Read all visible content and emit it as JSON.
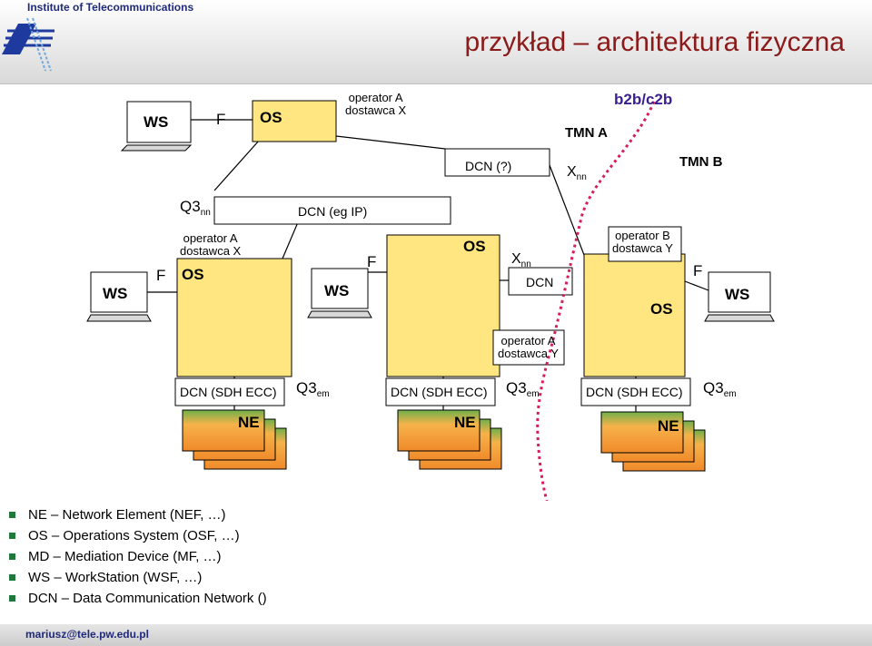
{
  "header": {
    "institute": "Institute of Telecommunications",
    "title": "przykład – architektura fizyczna"
  },
  "footer": {
    "email": "mariusz@tele.pw.edu.pl"
  },
  "diagram": {
    "ws": "WS",
    "f": "F",
    "os": "OS",
    "ne": "NE",
    "op_a_dost_x_1": "operator A",
    "op_a_dost_x_2": "dostawca X",
    "op_a_dost_y_1": "operator A",
    "op_a_dost_y_2": "dostawca Y",
    "op_b_dost_y_1": "operator B",
    "op_b_dost_y_2": "dostawca Y",
    "dcn_q": "DCN (?)",
    "dcn_ip": "DCN (eg IP)",
    "dcn": "DCN",
    "dcn_sdh": "DCN (SDH ECC)",
    "q3": "Q3",
    "nn": "nn",
    "em": "em",
    "x": "X",
    "tmn_a": "TMN A",
    "tmn_b": "TMN B",
    "b2b": "b2b/c2b"
  },
  "legend": [
    "NE – Network Element (NEF, …)",
    "OS – Operations System (OSF, …)",
    "MD – Mediation Device (MF, …)",
    "WS – WorkStation (WSF, …)",
    "DCN – Data Communication Network ()"
  ],
  "colors": {
    "os_box": "#ffe680",
    "ne_box": "#f0a040",
    "title": "#8b1a1a",
    "bullet": "#1f7a3a",
    "dashed_line": "#d81b60"
  }
}
